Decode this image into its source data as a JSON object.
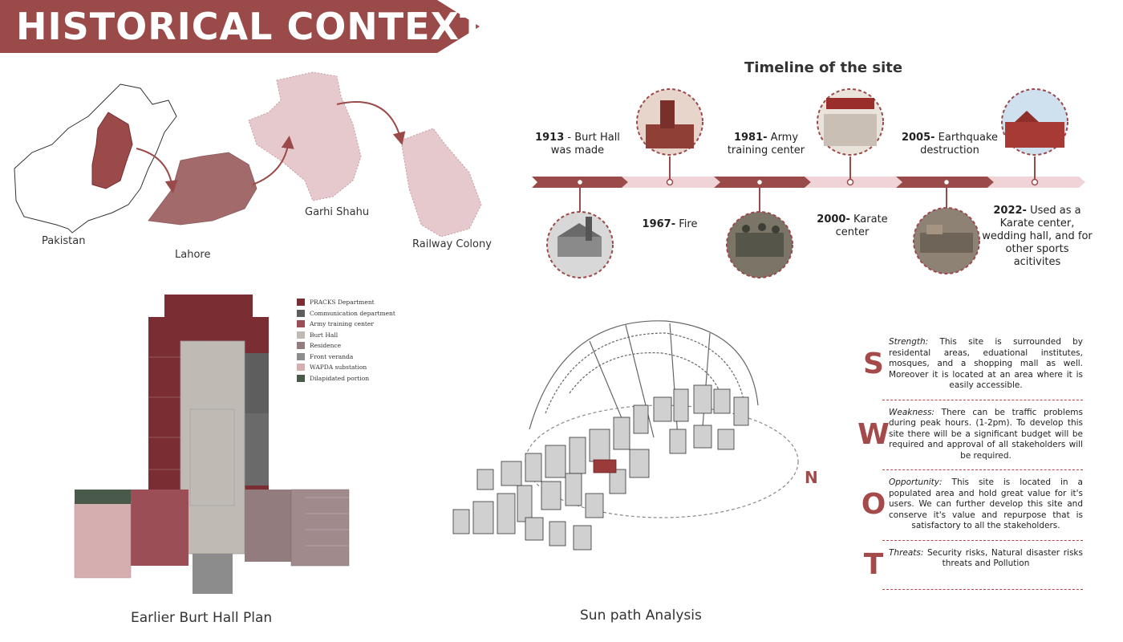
{
  "header": {
    "title": "HISTORICAL CONTEXT"
  },
  "colors": {
    "brand": "#9b4a4a",
    "dark_red": "#8a3a3a",
    "pale_pink": "#e6c9cc"
  },
  "map": {
    "labels": [
      "Pakistan",
      "Lahore",
      "Garhi Shahu",
      "Railway Colony"
    ]
  },
  "timeline": {
    "title": "Timeline of the site",
    "events": [
      {
        "year": "1913",
        "sep": " - ",
        "text": "Burt Hall was made"
      },
      {
        "year": "1967-",
        "sep": " ",
        "text": "Fire"
      },
      {
        "year": "1981-",
        "sep": " ",
        "text": "Army training center"
      },
      {
        "year": "2000-",
        "sep": " ",
        "text": "Karate center"
      },
      {
        "year": "2005-",
        "sep": " ",
        "text": "Earthquake destruction"
      },
      {
        "year": "2022-",
        "sep": " ",
        "text": "Used as a Karate center, wedding hall, and for other sports acitivites"
      }
    ]
  },
  "plan": {
    "caption": "Earlier Burt Hall Plan",
    "legend": [
      {
        "label": "PRACKS Department",
        "color": "#7a2e33"
      },
      {
        "label": "Communication department",
        "color": "#5e5e5e"
      },
      {
        "label": "Army training center",
        "color": "#9b4e55"
      },
      {
        "label": "Burt Hall",
        "color": "#bfbab3"
      },
      {
        "label": "Residence",
        "color": "#927c7e"
      },
      {
        "label": "Front veranda",
        "color": "#8c8c8c"
      },
      {
        "label": "WAPDA substation",
        "color": "#d5aeb0"
      },
      {
        "label": "Dilapidated portion",
        "color": "#4a5a4a"
      }
    ]
  },
  "sun_path": {
    "caption": "Sun path Analysis",
    "north": "N"
  },
  "swot": [
    {
      "letter": "S",
      "label": "Strength:",
      "text": " This site is surrounded by residental areas, eduational institutes, mosques, and a shopping mall as well. Moreover it is located at an area where it is easily accessible."
    },
    {
      "letter": "W",
      "label": "Weakness:",
      "text": " There can be traffic problems during peak hours. (1-2pm). To develop this site there will be a significant budget will be required and approval of all stakeholders will be required."
    },
    {
      "letter": "O",
      "label": "Opportunity:",
      "text": " This site is located in a populated area and hold great value for it's users. We can further develop this site and conserve it's value and repurpose that is satisfactory to all the stakeholders."
    },
    {
      "letter": "T",
      "label": "Threats:",
      "text": " Security risks, Natural disaster risks threats and Pollution"
    }
  ]
}
